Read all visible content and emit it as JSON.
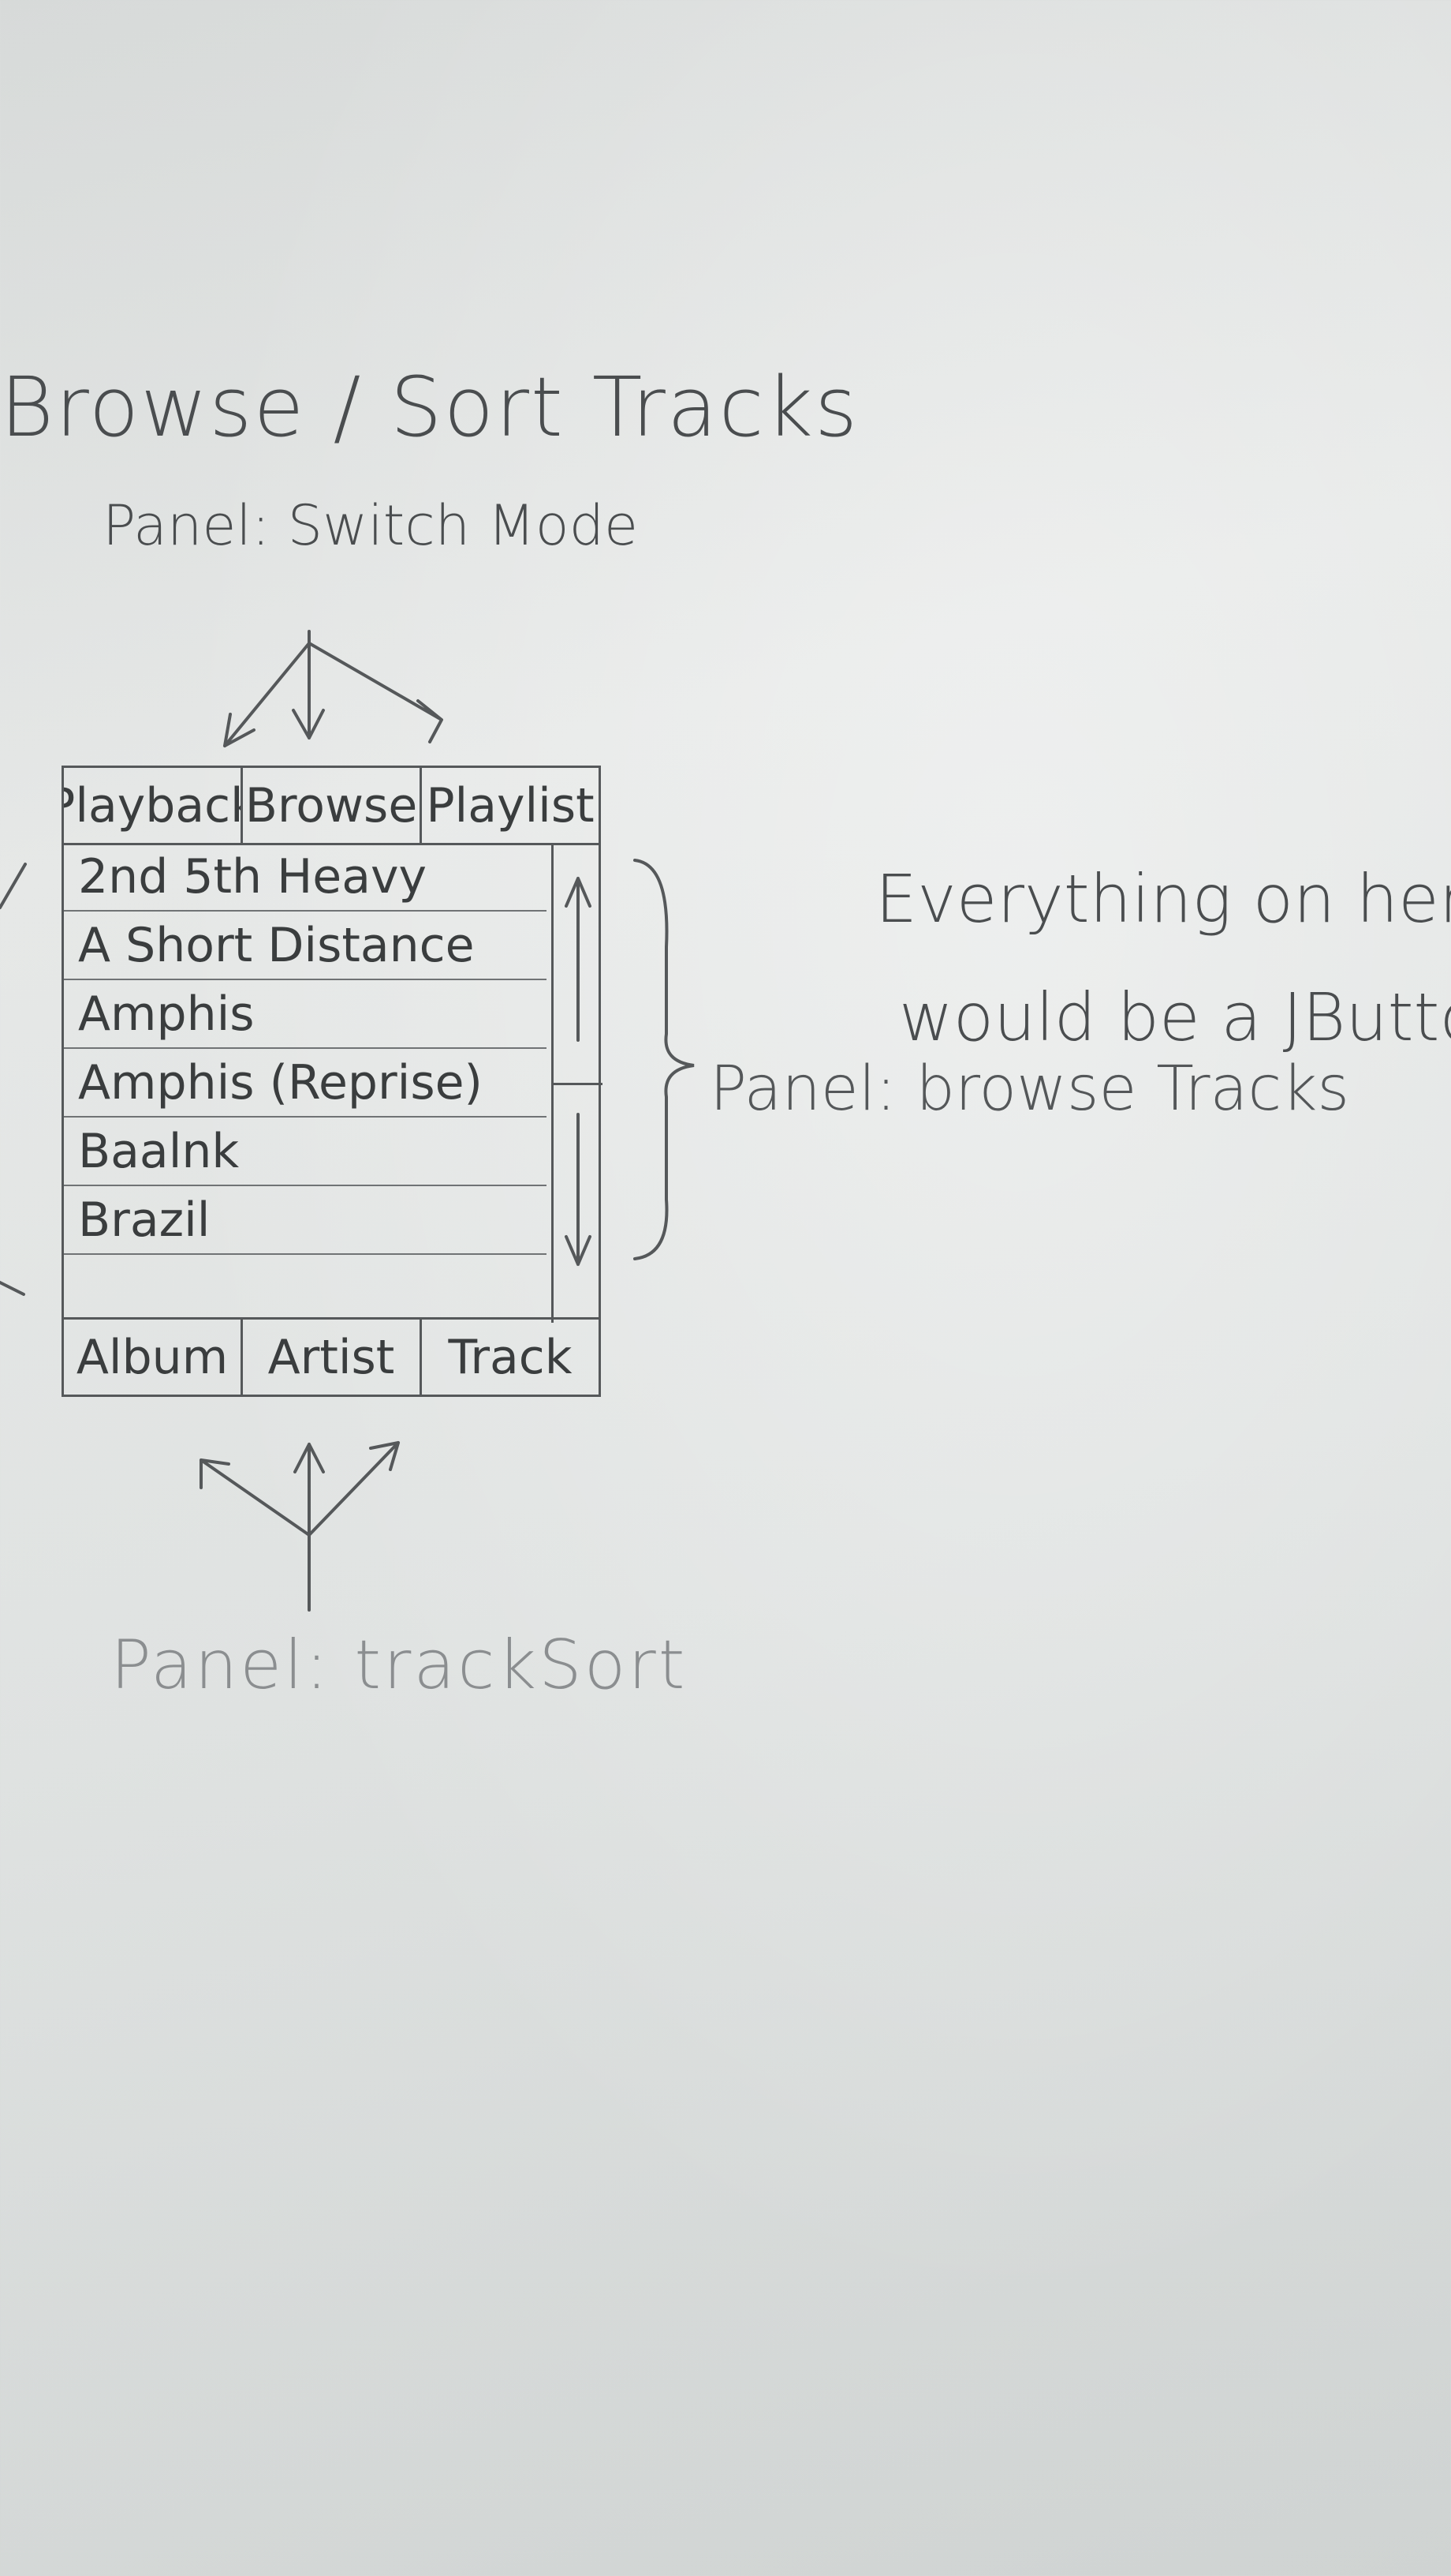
{
  "title": "Browse / Sort Tracks",
  "switch_panel_label": "Panel: Switch Mode",
  "mode_tabs": [
    "Playback",
    "Browse",
    "Playlist"
  ],
  "tracks": [
    "2nd 5th Heavy",
    "A Short Distance",
    "Amphis",
    "Amphis (Reprise)",
    "Baalnk",
    "Brazil",
    ""
  ],
  "sort_buttons": [
    "Album",
    "Artist",
    "Track"
  ],
  "note": {
    "line1": "Everything on here",
    "line2": "would be a JButton"
  },
  "browse_panel_label": "Panel: browse Tracks",
  "sort_panel_label": "Panel: trackSort",
  "icons": {
    "scroll_up": "up-arrow-icon",
    "scroll_down": "down-arrow-icon"
  },
  "colors": {
    "paper": "#e3e5e4",
    "pencil": "#4a4d4f",
    "faint_pencil": "#8b8e90"
  }
}
